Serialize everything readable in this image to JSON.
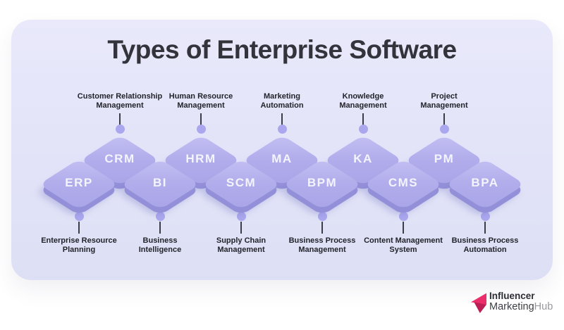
{
  "title": "Types of Enterprise Software",
  "diagram": {
    "items": [
      {
        "acronym": "ERP",
        "name": "Enterprise Resource\nPlanning",
        "label_position": "below"
      },
      {
        "acronym": "CRM",
        "name": "Customer Relationship\nManagement",
        "label_position": "above"
      },
      {
        "acronym": "BI",
        "name": "Business\nIntelligence",
        "label_position": "below"
      },
      {
        "acronym": "HRM",
        "name": "Human Resource\nManagement",
        "label_position": "above"
      },
      {
        "acronym": "SCM",
        "name": "Supply Chain\nManagement",
        "label_position": "below"
      },
      {
        "acronym": "MA",
        "name": "Marketing\nAutomation",
        "label_position": "above"
      },
      {
        "acronym": "BPM",
        "name": "Business Process\nManagement",
        "label_position": "below"
      },
      {
        "acronym": "KA",
        "name": "Knowledge\nManagement",
        "label_position": "above"
      },
      {
        "acronym": "CMS",
        "name": "Content Management\nSystem",
        "label_position": "below"
      },
      {
        "acronym": "PM",
        "name": "Project\nManagement",
        "label_position": "above"
      },
      {
        "acronym": "BPA",
        "name": "Business Process\nAutomation",
        "label_position": "below"
      }
    ]
  },
  "colors": {
    "card_background": "#e4e4f8",
    "diamond_face": "#b0ace9",
    "diamond_base": "#938fd8",
    "connector_dot": "#aba7ee",
    "brand_pink": "#e92e6b",
    "brand_pink_dark": "#bc1d55"
  },
  "footer": {
    "brand_line1": "Influencer",
    "brand_line2_primary": "Marketing",
    "brand_line2_secondary": "Hub"
  }
}
